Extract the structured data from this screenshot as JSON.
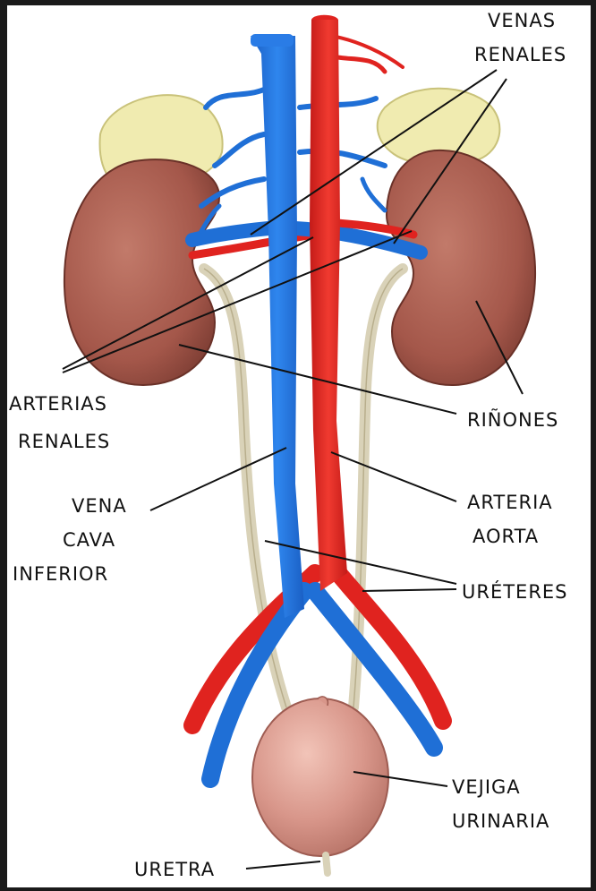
{
  "labels": {
    "venas_renales_1": "VENAS",
    "venas_renales_2": "RENALES",
    "arterias_renales_1": "ARTERIAS",
    "arterias_renales_2": "RENALES",
    "rinones": "RIÑONES",
    "vena_cava_1": "VENA",
    "vena_cava_2": "CAVA",
    "vena_cava_3": "INFERIOR",
    "arteria_aorta_1": "ARTERIA",
    "arteria_aorta_2": "AORTA",
    "ureteres": "URÉTERES",
    "vejiga_1": "VEJIGA",
    "vejiga_2": "URINARIA",
    "uretra": "URETRA"
  },
  "colors": {
    "vein": "#1f6fd6",
    "artery": "#e0231f",
    "kidney": "#a4574a",
    "gland": "#f0ebb0",
    "ureter": "#d9d2b8",
    "bladder": "#d8968a",
    "background": "#ffffff",
    "frame": "#1a1a1a"
  }
}
